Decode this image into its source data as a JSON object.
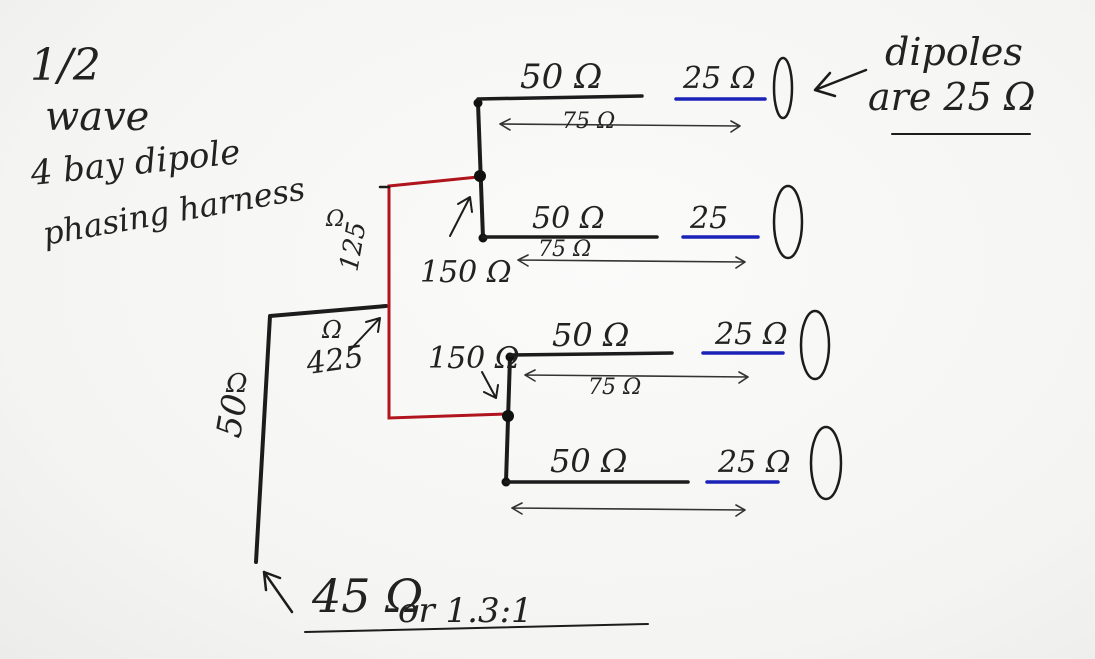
{
  "title": {
    "line1": "1/2",
    "line2": "wave",
    "line3": "4 bay dipole",
    "line4": "phasing harness"
  },
  "note": {
    "line1": "dipoles",
    "line2": "are 25 Ω"
  },
  "labels": {
    "main_feed_ohm": "Ω",
    "main_feed_val": "50",
    "trunk_ohm": "Ω",
    "trunk_val": "425",
    "upper_match_ohm": "Ω",
    "upper_match_val": "125",
    "upper_node": "150 Ω",
    "lower_node": "150 Ω",
    "input": "45 Ω",
    "input_ratio": "or 1.3:1"
  },
  "bays": [
    {
      "line": "50 Ω",
      "dipole": "25 Ω",
      "span": "75 Ω"
    },
    {
      "line": "50 Ω",
      "dipole": "25",
      "span": "75 Ω"
    },
    {
      "line": "50 Ω",
      "dipole": "25 Ω",
      "span": "75 Ω"
    },
    {
      "line": "50 Ω",
      "dipole": "25 Ω",
      "span": ""
    }
  ]
}
